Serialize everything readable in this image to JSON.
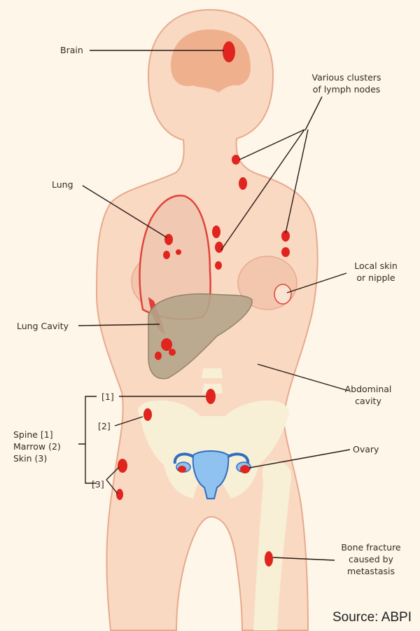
{
  "labels": {
    "brain": "Brain",
    "lymph_line1": "Various clusters",
    "lymph_line2": "of lymph nodes",
    "lung": "Lung",
    "local_skin_line1": "Local skin",
    "local_skin_line2": "or nipple",
    "lung_cavity": "Lung Cavity",
    "abdominal_line1": "Abdominal",
    "abdominal_line2": "cavity",
    "marker_1": "[1]",
    "marker_2": "[2]",
    "marker_3": "[3]",
    "spine": "Spine [1]",
    "marrow": "Marrow (2)",
    "skin": "Skin (3)",
    "ovary": "Ovary",
    "bone_line1": "Bone fracture",
    "bone_line2": "caused by",
    "bone_line3": "metastasis"
  },
  "source": "Source: ABPI",
  "colors": {
    "background": "#fdf6e9",
    "skin": "#f9d9c2",
    "skin_outline": "#e9a98e",
    "brain": "#efb08e",
    "lung_outline": "#e0443a",
    "lung_fill": "#f1c9b3",
    "liver": "#b5a58a",
    "bone": "#f7efd6",
    "uterus": "#8fc2ee",
    "uterus_outline": "#2f6fc0",
    "tumor": "#e0241e",
    "leader": "#2a1a14"
  }
}
